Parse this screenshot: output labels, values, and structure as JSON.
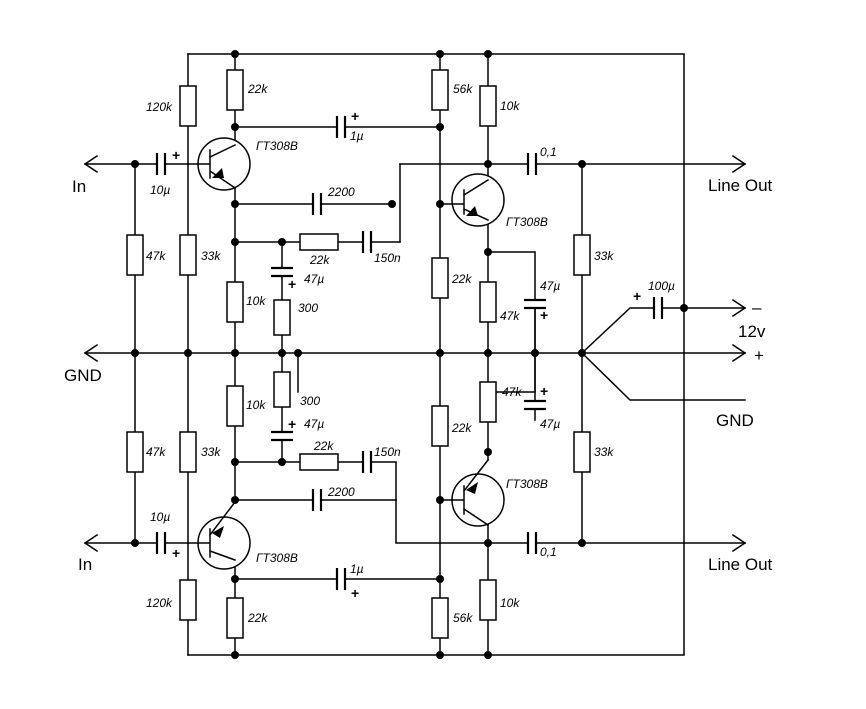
{
  "labels": {
    "in_top": "In",
    "in_bottom": "In",
    "gnd_left": "GND",
    "gnd_right": "GND",
    "line_out_top": "Line Out",
    "line_out_bottom": "Line Out",
    "supply": "12v",
    "minus": "–",
    "plus": "+"
  },
  "components": {
    "r_120k_top": "120k",
    "r_22k_top": "22k",
    "r_56k_top": "56k",
    "r_10k_top": "10k",
    "c_1u_top": "1µ",
    "q1": "ГТ308В",
    "c_10u_top": "10µ",
    "c_01_top": "0,1",
    "c_2200_top": "2200",
    "q2": "ГТ308В",
    "r_22k_fb_top": "22k",
    "c_150n_top": "150n",
    "r_47k_left_top": "47k",
    "r_33k_top": "33k",
    "c_47u_mid_top": "47µ",
    "r_22k_mid_top": "22k",
    "r_33k_right_top": "33k",
    "c_47u_right_top": "47µ",
    "c_100u": "100µ",
    "r_10k_mid_top": "10k",
    "r_300_top": "300",
    "r_47k_mid_top": "47k",
    "r_300_bot": "300",
    "r_47k_mid_bot": "47k",
    "r_10k_mid_bot": "10k",
    "c_47u_mid_bot": "47µ",
    "c_47u_right_bot": "47µ",
    "r_47k_left_bot": "47k",
    "r_33k_bot": "33k",
    "r_22k_fb_bot": "22k",
    "c_150n_bot": "150n",
    "r_22k_mid_bot": "22k",
    "r_33k_right_bot": "33k",
    "q3": "ГТ308В",
    "c_2200_bot": "2200",
    "c_10u_bot": "10µ",
    "q4": "ГТ308В",
    "c_01_bot": "0,1",
    "c_1u_bot": "1µ",
    "r_120k_bot": "120k",
    "r_22k_bot": "22k",
    "r_56k_bot": "56k",
    "r_10k_bot": "10k"
  }
}
